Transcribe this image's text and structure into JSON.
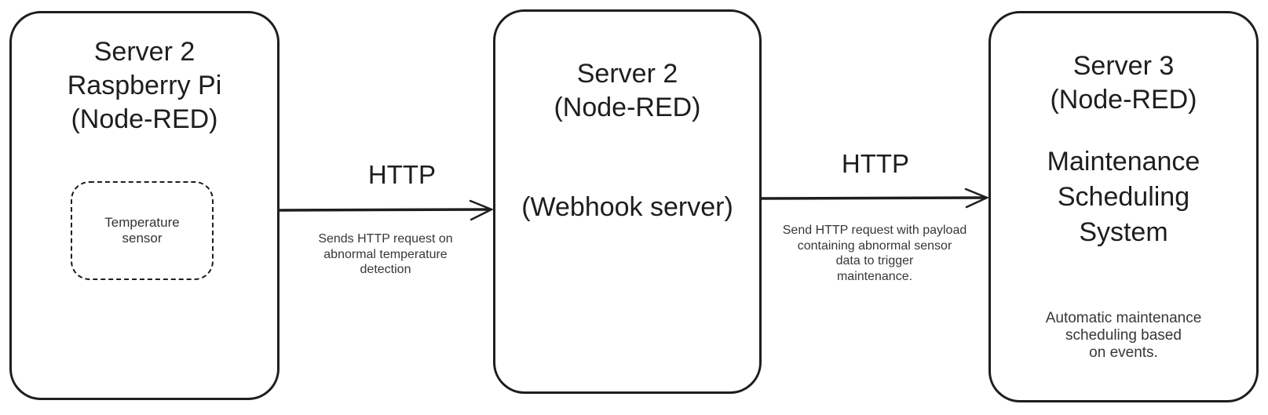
{
  "canvas": {
    "background": "#ffffff",
    "stroke_color": "#1e1e1e",
    "annotation_color": "#373737"
  },
  "nodes": [
    {
      "id": "server2-raspberry-pi",
      "title": "Server 2\nRaspberry Pi\n(Node-RED)",
      "inner_component": {
        "label": "Temperature\nsensor"
      }
    },
    {
      "id": "server2-webhook",
      "title": "Server 2\n(Node-RED)",
      "subtitle": "(Webhook server)"
    },
    {
      "id": "server3-maintenance",
      "title": "Server 3\n(Node-RED)",
      "subtitle": "Maintenance\nScheduling\nSystem",
      "description": "Automatic maintenance\nscheduling based\non events."
    }
  ],
  "edges": [
    {
      "from": "server2-raspberry-pi",
      "to": "server2-webhook",
      "label": "HTTP",
      "annotation": "Sends HTTP request on\nabnormal temperature\ndetection"
    },
    {
      "from": "server2-webhook",
      "to": "server3-maintenance",
      "label": "HTTP",
      "annotation": "Send HTTP request with payload\ncontaining abnormal sensor\ndata to trigger\nmaintenance."
    }
  ]
}
